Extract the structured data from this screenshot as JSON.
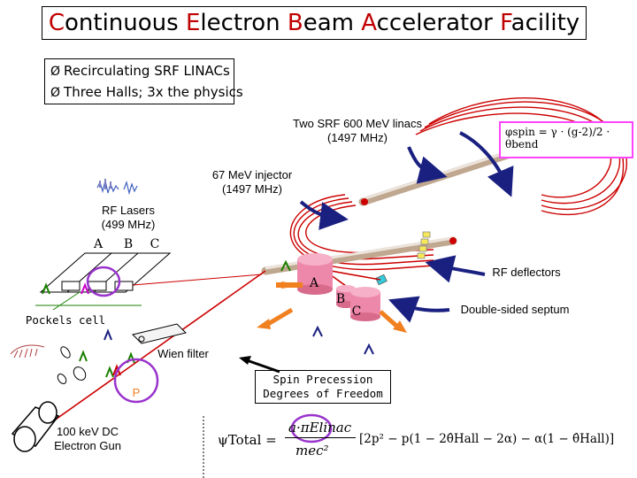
{
  "title": {
    "parts": [
      {
        "cap": "C",
        "rest": "ontinuous "
      },
      {
        "cap": "E",
        "rest": "lectron "
      },
      {
        "cap": "B",
        "rest": "eam "
      },
      {
        "cap": "A",
        "rest": "ccelerator "
      },
      {
        "cap": "F",
        "rest": "acility"
      }
    ]
  },
  "bullets": [
    {
      "marker": "Ø",
      "text": "Recirculating SRF LINACs"
    },
    {
      "marker": "Ø",
      "text": "Three Halls; 3x the physics"
    }
  ],
  "labels": {
    "linacs_line1": "Two SRF 600 MeV linacs",
    "linacs_line2": "(1497 MHz)",
    "injector_line1": "67 MeV injector",
    "injector_line2": "(1497 MHz)",
    "rf_lasers_line1": "RF Lasers",
    "rf_lasers_line2": "(499 MHz)",
    "laser_a": "A",
    "laser_b": "B",
    "laser_c": "C",
    "rf_deflectors": "RF deflectors",
    "septum": "Double-sided septum",
    "pockels": "Pockels cell",
    "wien": "Wien filter",
    "p_label": "P",
    "gun_line1": "100 keV DC",
    "gun_line2": "Electron Gun",
    "spin_line1": "Spin Precession",
    "spin_line2": "Degrees of Freedom",
    "hall_a": "A",
    "hall_b": "B",
    "hall_c": "C"
  },
  "formulas": {
    "spin_rotation": "φspin = γ · (g-2)/2 · θbend",
    "total_left": "ψTotal =",
    "total_frac_num": "a·πElinac",
    "total_frac_den": "mec²",
    "total_bracket": "[2p² − p(1 − 2θ̂Hall − 2α) − α(1 − θ̂Hall)]"
  },
  "colors": {
    "title_caps": "#c00000",
    "beamline": "#cc0000",
    "halls": "#ee88aa",
    "orange_arrow": "#f08020",
    "navy_arrow": "#1a2080",
    "formula_box_border": "#ff44ff",
    "purple_circle": "#9933cc"
  }
}
